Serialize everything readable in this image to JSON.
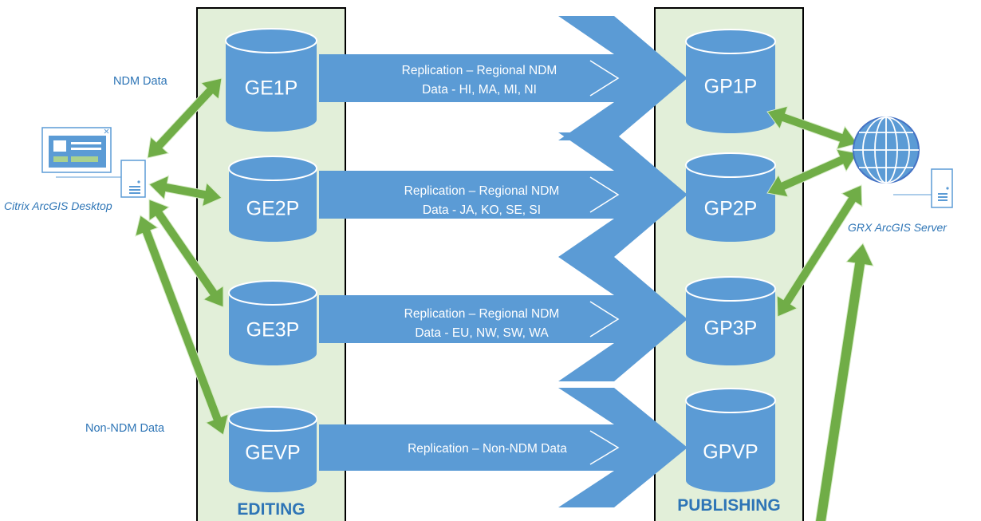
{
  "columns": {
    "editing": "EDITING",
    "publishing": "PUBLISHING"
  },
  "editing_databases": [
    "GE1P",
    "GE2P",
    "GE3P",
    "GEVP"
  ],
  "publishing_databases": [
    "GP1P",
    "GP2P",
    "GP3P",
    "GPVP"
  ],
  "replications": [
    {
      "line1": "Replication – Regional NDM",
      "line2": "Data - HI, MA, MI, NI"
    },
    {
      "line1": "Replication – Regional NDM",
      "line2": "Data - JA, KO, SE, SI"
    },
    {
      "line1": "Replication – Regional NDM",
      "line2": "Data - EU, NW, SW, WA"
    },
    {
      "line1": "Replication – Non-NDM Data",
      "line2": ""
    }
  ],
  "labels": {
    "ndm_data": "NDM Data",
    "non_ndm_data": "Non-NDM Data",
    "desktop": "Citrix ArcGIS Desktop",
    "server": "GRX ArcGIS Server"
  },
  "icons": {
    "desktop_window": "application-window-icon",
    "desktop_tower": "server-tower-icon",
    "globe": "globe-icon",
    "server_tower": "server-tower-icon"
  },
  "colors": {
    "panel_fill": "#e2efd9",
    "panel_border": "#000000",
    "database": "#5b9bd5",
    "replication_arrow": "#5b9bd5",
    "connector_arrow": "#70ad47",
    "text_blue": "#2e75b6"
  }
}
